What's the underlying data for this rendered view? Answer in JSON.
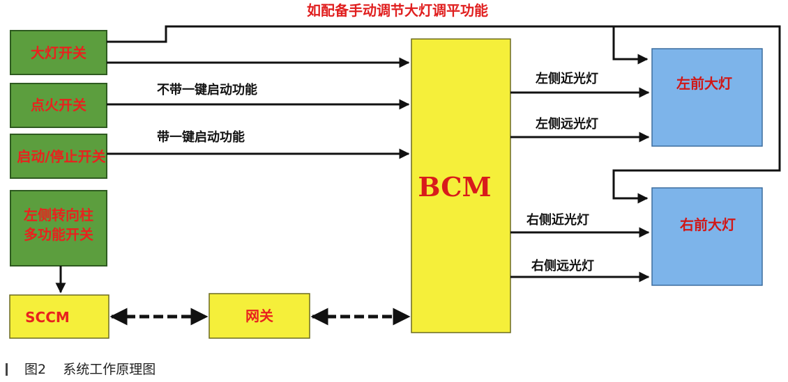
{
  "top_label": "如配备手动调节大灯调平功能",
  "nodes": {
    "headlight_switch": "大灯开关",
    "ignition_switch": "点火开关",
    "start_stop_switch": "启动/停止开关",
    "left_column_switch": [
      "左侧转向柱",
      "多功能开关"
    ],
    "sccm": "SCCM",
    "gateway": "网关",
    "bcm": "BCM",
    "left_headlight": "左前大灯",
    "right_headlight": "右前大灯"
  },
  "edges": {
    "no_one_key_start": "不带一键启动功能",
    "with_one_key_start": "带一键启动功能",
    "left_low_beam": "左侧近光灯",
    "left_high_beam": "左侧远光灯",
    "right_low_beam": "右侧近光灯",
    "right_high_beam": "右侧远光灯"
  },
  "caption": "图2    系统工作原理图",
  "colors": {
    "switch_fill": "#5c9e3e",
    "module_fill": "#f5ef3a",
    "lamp_fill": "#7db4ea",
    "label_red": "#e01f1f",
    "line": "#111111"
  }
}
